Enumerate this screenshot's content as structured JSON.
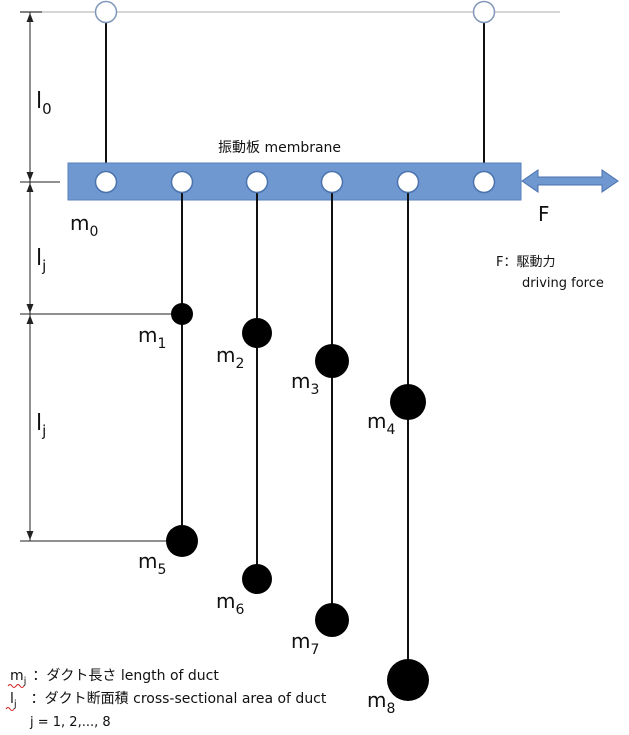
{
  "top_dim_label": {
    "main": "l",
    "sub": "0"
  },
  "membrane_label": "振動板  membrane",
  "mid_dim_label": {
    "main": "l",
    "sub": "j"
  },
  "low_dim_label": {
    "main": "l",
    "sub": "j"
  },
  "force_label": "F",
  "force_legend": {
    "line1": "F：駆動力",
    "line2": "driving force"
  },
  "masses": [
    {
      "main": "m",
      "sub": "0"
    },
    {
      "main": "m",
      "sub": "1"
    },
    {
      "main": "m",
      "sub": "2"
    },
    {
      "main": "m",
      "sub": "3"
    },
    {
      "main": "m",
      "sub": "4"
    },
    {
      "main": "m",
      "sub": "5"
    },
    {
      "main": "m",
      "sub": "6"
    },
    {
      "main": "m",
      "sub": "7"
    },
    {
      "main": "m",
      "sub": "8"
    }
  ],
  "legend": {
    "line1": {
      "main": "m",
      "sub": "j",
      "text": "：ダクト長さ  length of duct"
    },
    "line2": {
      "main": "l",
      "sub": "j",
      "text": "：ダクト断面積  cross-sectional area of duct"
    },
    "line3": "j = 1, 2,..., 8"
  },
  "colors": {
    "membrane": "#6f97d0",
    "membrane_edge": "#5a82bd",
    "arrow": "#6f97d0",
    "arrow_edge": "#4a72ad",
    "anchor_circle_edge": "#7f97b8",
    "mass_fill": "#000000",
    "ceiling": "#c8c8c8",
    "squiggle": "#d22020"
  }
}
